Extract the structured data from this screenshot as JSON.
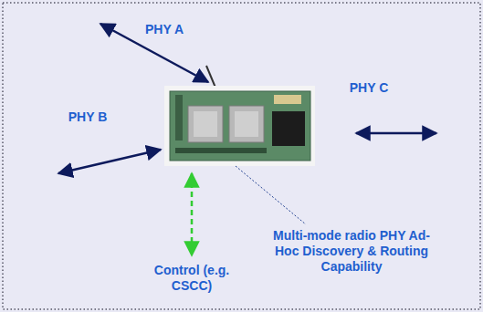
{
  "diagram": {
    "labels": [
      "PHY A",
      "PHY B",
      "PHY C",
      "Multi-mode radio PHY Ad-Hoc Discovery & Routing Capability",
      "Control (e.g. CSCC)"
    ]
  }
}
